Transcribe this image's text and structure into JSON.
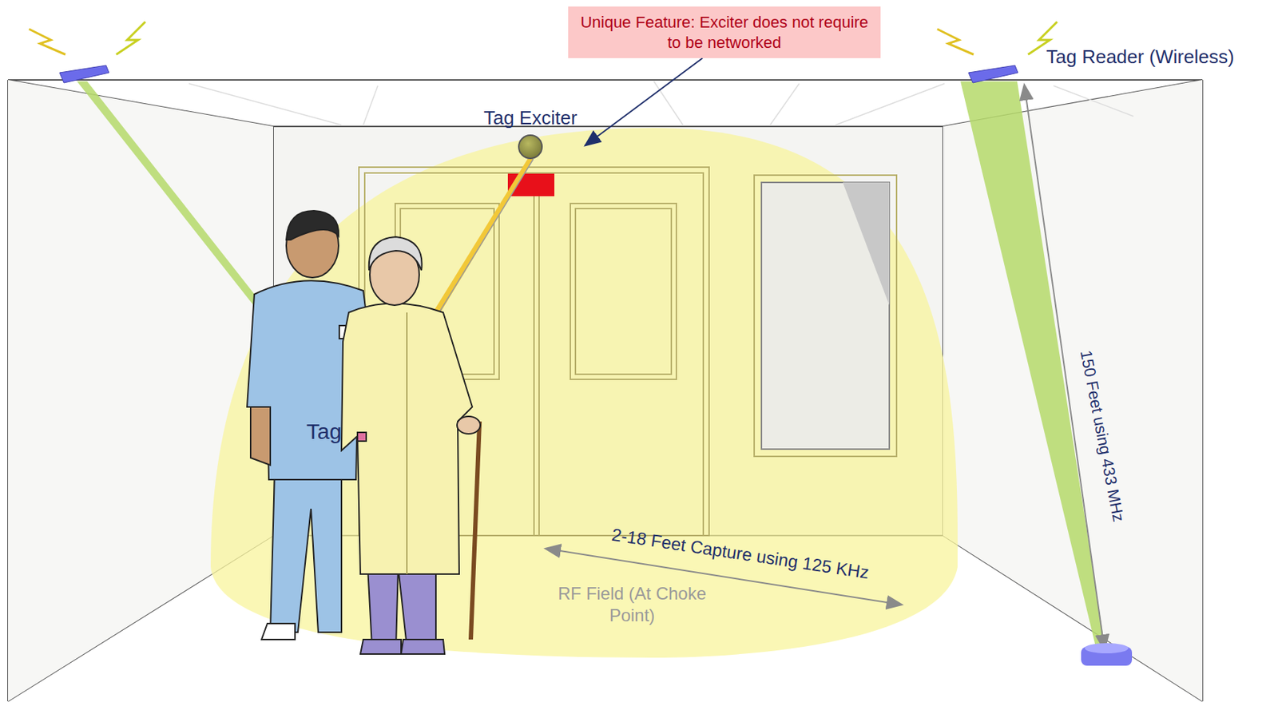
{
  "diagram": {
    "nodes": [
      {
        "text": [
          "Unique Feature: Exciter does not require to be networked"
        ]
      },
      {
        "text": [
          "Tag Exciter"
        ]
      }
    ],
    "edges": [
      {
        "from": 0,
        "to": 1,
        "arrow": "to"
      }
    ],
    "labels": [
      "Tag Reader (Wireless)",
      "Tag",
      "150 Feet using 433 MHz",
      "2-18 Feet Capture using 125 KHz",
      "RF Field (At Choke Point)"
    ]
  }
}
